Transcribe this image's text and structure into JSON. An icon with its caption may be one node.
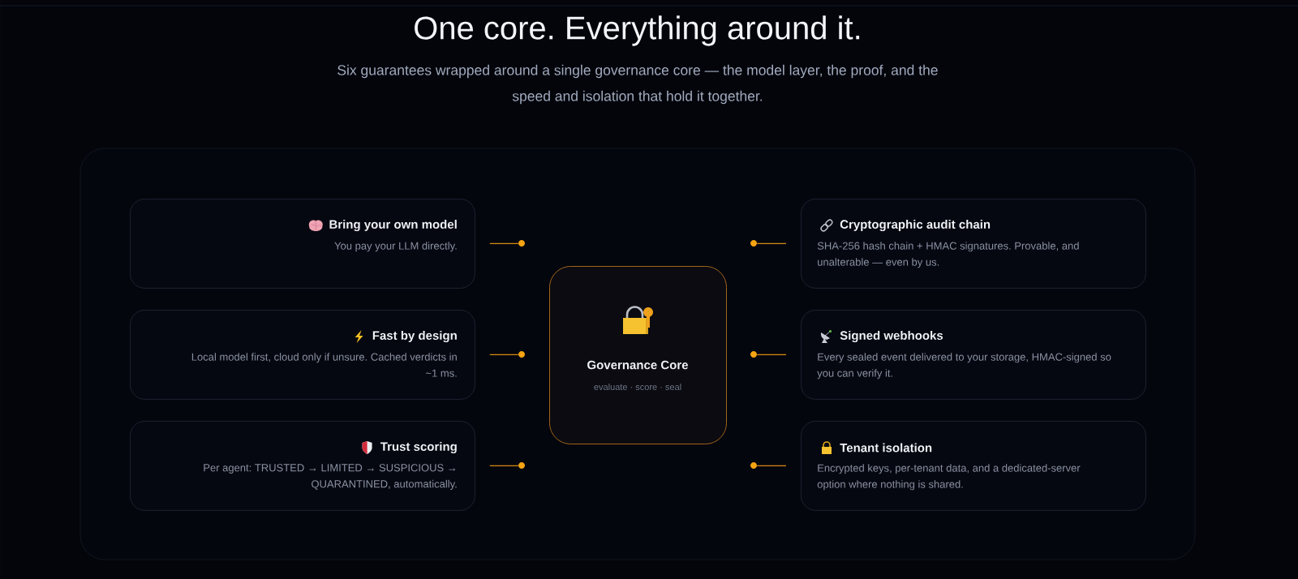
{
  "diagram": {
    "title": "One core. Everything around it.",
    "nodes": [
      {
        "text": [],
        "shape": "box"
      },
      {
        "text": [
          "Bring your own model",
          "You pay your LLM directly."
        ],
        "in": 0
      },
      {
        "text": [
          "Fast by design",
          "Local model first, cloud only if unsure. Cached verdicts in ~1 ms."
        ],
        "in": 0
      },
      {
        "text": [
          "Trust scoring",
          "Per agent: TRUSTED → LIMITED → SUSPICIOUS → QUARANTINED, automatically."
        ],
        "in": 0
      },
      {
        "text": [
          "Governance Core",
          "evaluate · score · seal"
        ],
        "in": 0
      },
      {
        "text": [
          "Cryptographic audit chain",
          "SHA-256 hash chain + HMAC signatures. Provable, and unalterable — even by us."
        ],
        "in": 0
      },
      {
        "text": [
          "Signed webhooks",
          "Every sealed event delivered to your storage, HMAC-signed so you can verify it."
        ],
        "in": 0
      },
      {
        "text": [
          "Tenant isolation",
          "Encrypted keys, per-tenant data, and a dedicated-server option where nothing is shared."
        ],
        "in": 0
      },
      {
        "text": [],
        "shape": "circle",
        "in": 0
      },
      {
        "text": [],
        "shape": "circle",
        "in": 0
      },
      {
        "text": [],
        "shape": "circle",
        "in": 0
      },
      {
        "text": [],
        "shape": "circle",
        "in": 0
      },
      {
        "text": [],
        "shape": "circle",
        "in": 0
      },
      {
        "text": [],
        "shape": "circle",
        "in": 0
      }
    ],
    "edges": [
      {
        "from": 1,
        "to": 8,
        "arrow": "none"
      },
      {
        "from": 2,
        "to": 9,
        "arrow": "none"
      },
      {
        "from": 3,
        "to": 10,
        "arrow": "none"
      },
      {
        "from": 5,
        "to": 11,
        "arrow": "none"
      },
      {
        "from": 6,
        "to": 12,
        "arrow": "none"
      },
      {
        "from": 7,
        "to": 13,
        "arrow": "none"
      }
    ],
    "labels": [
      "Six guarantees wrapped around a single governance core — the model layer, the proof, and the speed and isolation that hold it together."
    ]
  }
}
